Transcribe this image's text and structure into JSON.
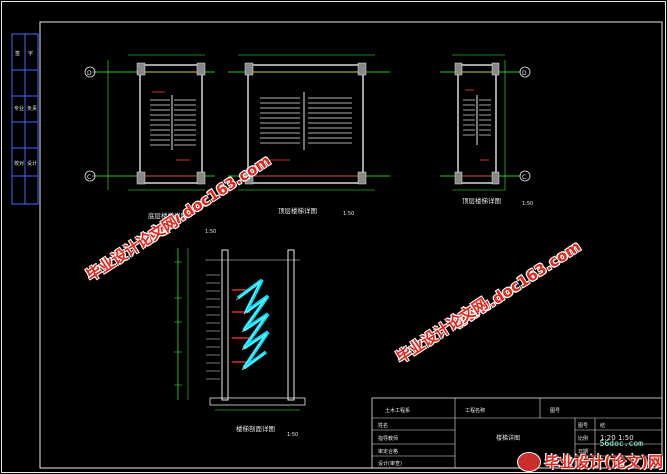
{
  "drawing": {
    "views": {
      "plan1_title": "底层楼梯详图",
      "plan1_scale": "1:50",
      "plan2_title": "顶层楼梯详图",
      "plan2_scale": "1:50",
      "plan3_title": "顶层楼梯详图",
      "plan3_scale": "1:50",
      "section_title": "楼梯剖面详图",
      "section_scale": "1:50"
    },
    "axis_labels": {
      "top": "D",
      "bottom": "C"
    },
    "title_block": {
      "school": "土木工程系",
      "project_label": "工程名称",
      "drawing_no_label": "图号",
      "drawing_no": "结",
      "name_label": "姓名",
      "advisor_label": "指导教师",
      "sheet_name": "楼梯详图",
      "scale_label": "比例",
      "scale_value": "1:20 1:50",
      "date_label": "日期",
      "grade_label": "设计(审查)",
      "review_label": "审定合格"
    },
    "side_strip": [
      "签",
      "字",
      "专业",
      "负责",
      "校对",
      "设计"
    ]
  },
  "watermarks": {
    "cn": "毕业设计论文网",
    "url": "www.doc163.com"
  },
  "footer": {
    "logo_text": "毕业设计(论文)网",
    "logo_url": "56doc.com"
  },
  "colors": {
    "background": "#000000",
    "frame": "#e8e8e8",
    "walls": "#33ff33",
    "stairs": "#e8e8e8",
    "dims": "#33ff33",
    "red": "#ff3b3b",
    "cyan": "#00e5ff",
    "yellow": "#ffd23f"
  }
}
